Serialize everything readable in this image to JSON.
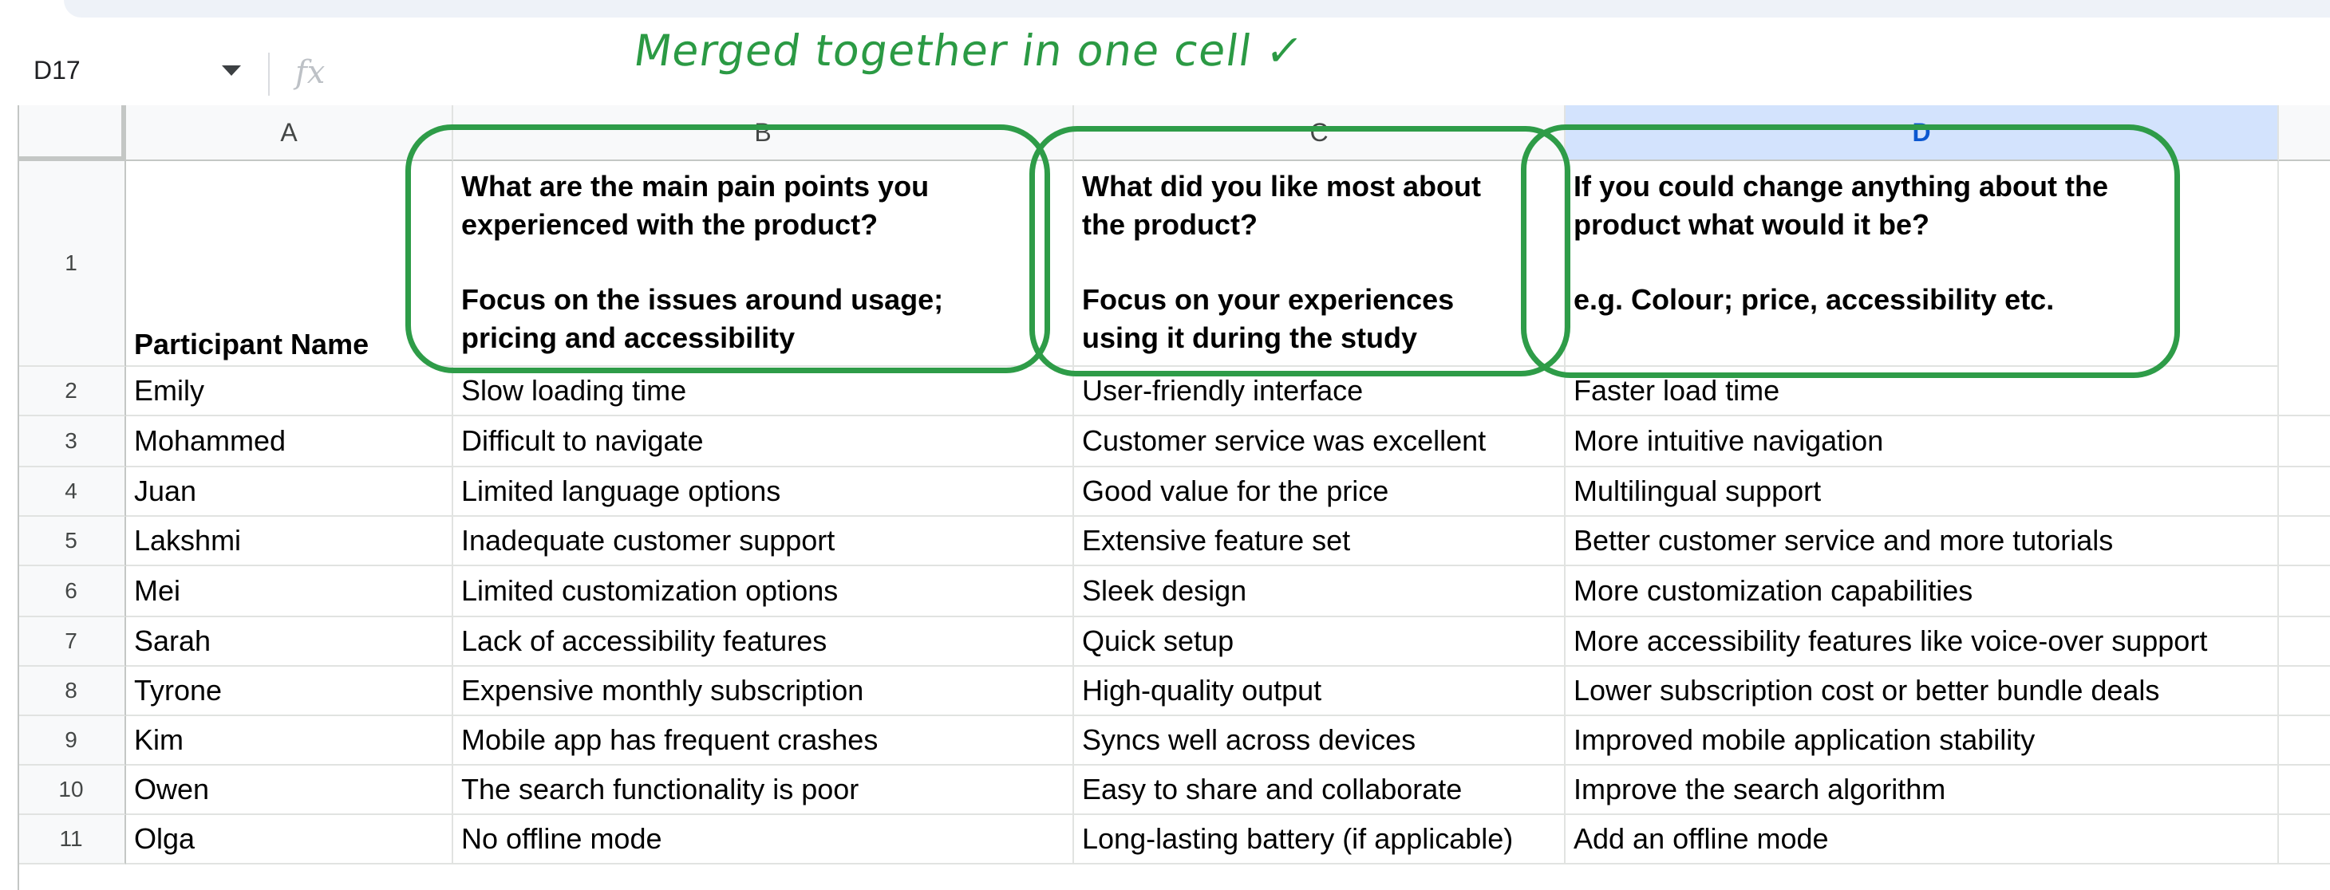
{
  "name_box": {
    "value": "D17"
  },
  "formula_icon": "fx",
  "annotation": "Merged together in one cell ✓",
  "columns": [
    "A",
    "B",
    "C",
    "D"
  ],
  "header_row": {
    "row_number": "1",
    "A": "Participant Name",
    "B": {
      "line1": "What are the main pain points you",
      "line2": "experienced with the product?",
      "line3": "Focus on the issues around usage;",
      "line4": "pricing and accessibility"
    },
    "C": {
      "line1": "What did you like most about",
      "line2": "the product?",
      "line3": "Focus on your experiences",
      "line4": "using it during the study"
    },
    "D": {
      "line1": "If you could change anything about the",
      "line2": "product what would it be?",
      "line3": "e.g. Colour; price, accessibility etc."
    }
  },
  "rows": [
    {
      "num": "2",
      "A": "Emily",
      "B": "Slow loading time",
      "C": "User-friendly interface",
      "D": "Faster load time"
    },
    {
      "num": "3",
      "A": "Mohammed",
      "B": "Difficult to navigate",
      "C": "Customer service was excellent",
      "D": "More intuitive navigation"
    },
    {
      "num": "4",
      "A": "Juan",
      "B": "Limited language options",
      "C": "Good value for the price",
      "D": "Multilingual support"
    },
    {
      "num": "5",
      "A": "Lakshmi",
      "B": "Inadequate customer support",
      "C": "Extensive feature set",
      "D": "Better customer service and more tutorials"
    },
    {
      "num": "6",
      "A": "Mei",
      "B": "Limited customization options",
      "C": "Sleek design",
      "D": "More customization capabilities"
    },
    {
      "num": "7",
      "A": "Sarah",
      "B": "Lack of accessibility features",
      "C": "Quick setup",
      "D": "More accessibility features like voice-over support"
    },
    {
      "num": "8",
      "A": "Tyrone",
      "B": "Expensive monthly subscription",
      "C": "High-quality output",
      "D": "Lower subscription cost or better bundle deals"
    },
    {
      "num": "9",
      "A": "Kim",
      "B": "Mobile app has frequent crashes",
      "C": "Syncs well across devices",
      "D": "Improved mobile application stability"
    },
    {
      "num": "10",
      "A": "Owen",
      "B": "The search functionality is poor",
      "C": "Easy to share and collaborate",
      "D": "Improve the search algorithm"
    },
    {
      "num": "11",
      "A": "Olga",
      "B": "No offline mode",
      "C": "Long-lasting battery (if applicable)",
      "D": "Add an offline mode"
    }
  ],
  "colors": {
    "annotation": "#2b9a44",
    "selected_column": "#d3e3fd",
    "grid": "#e1e3e1"
  }
}
